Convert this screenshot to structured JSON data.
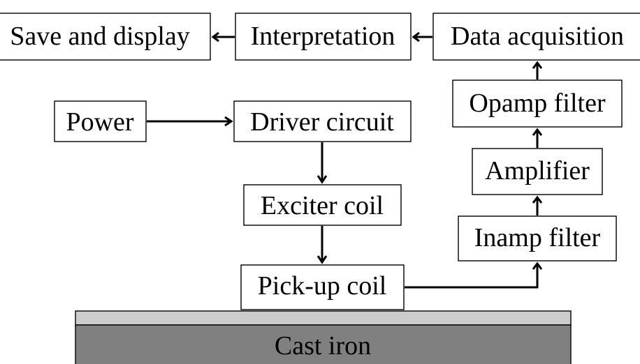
{
  "blocks": {
    "save_display": "Save and display",
    "interpretation": "Interpretation",
    "data_acquisition": "Data acquisition",
    "power": "Power",
    "driver_circuit": "Driver circuit",
    "opamp_filter": "Opamp filter",
    "amplifier": "Amplifier",
    "exciter_coil": "Exciter coil",
    "inamp_filter": "Inamp filter",
    "pickup_coil": "Pick-up coil"
  },
  "specimen": {
    "label": "Cast iron",
    "coating_color": "#cccccc",
    "body_color": "#808080"
  }
}
